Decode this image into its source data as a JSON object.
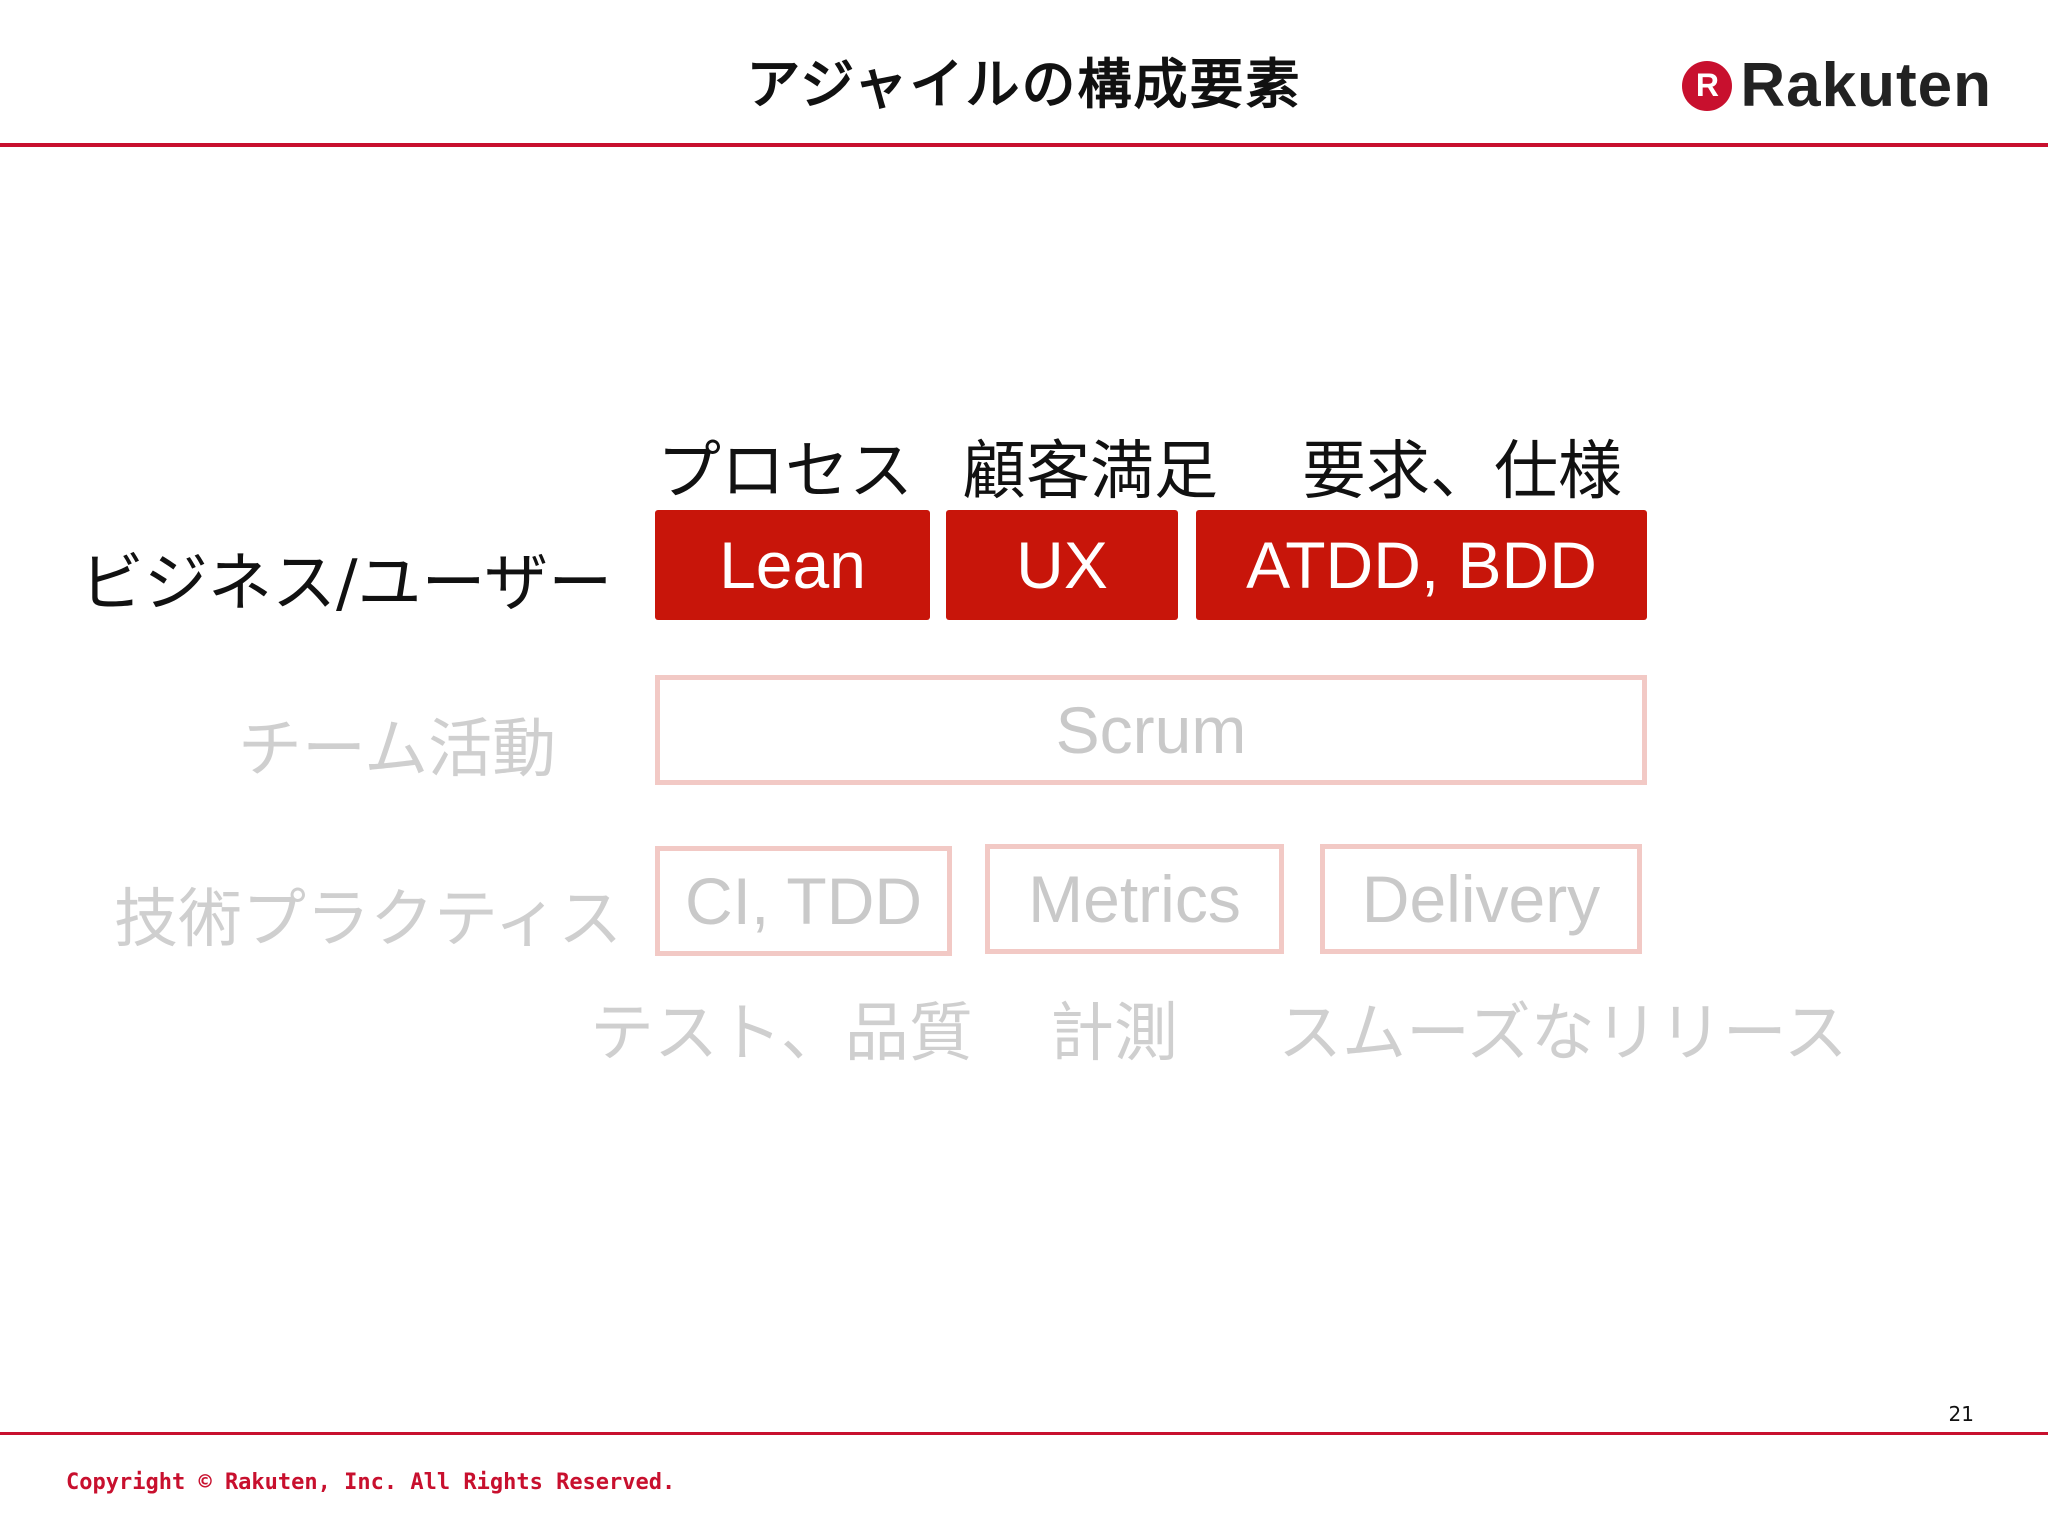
{
  "header": {
    "title": "アジャイルの構成要素",
    "brand_mark": "R",
    "brand_name": "Rakuten"
  },
  "columns": [
    "プロセス",
    "顧客満足",
    "要求、仕様"
  ],
  "rows": {
    "business": {
      "label": "ビジネス/ユーザー",
      "boxes": [
        "Lean",
        "UX",
        "ATDD, BDD"
      ]
    },
    "team": {
      "label": "チーム活動",
      "box": "Scrum"
    },
    "tech": {
      "label": "技術プラクティス",
      "boxes": [
        "CI, TDD",
        "Metrics",
        "Delivery"
      ]
    }
  },
  "captions": [
    "テスト、品質",
    "計測",
    "スムーズなリリース"
  ],
  "footer": {
    "page_number": "21",
    "copyright": "Copyright © Rakuten, Inc. All Rights Reserved."
  },
  "colors": {
    "accent": "#c8102e",
    "box_fill": "#c8150a",
    "faded_text": "#cfcfcf",
    "faded_border": "#f2c9c5"
  }
}
